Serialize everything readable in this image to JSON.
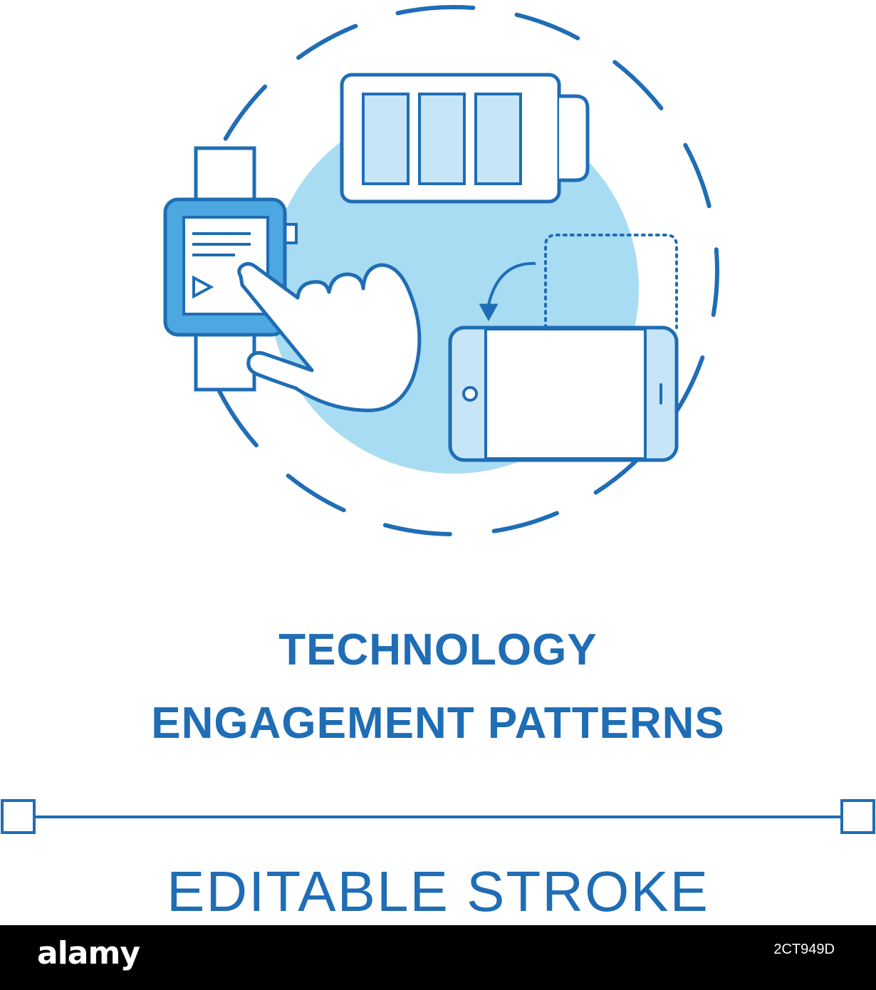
{
  "title_lines": [
    "TECHNOLOGY",
    "ENGAGEMENT PATTERNS"
  ],
  "editable_label": "EDITABLE STROKE",
  "footer": {
    "logo_text": "alamy",
    "image_id": "2CT949D"
  },
  "watermark_text": "alamy",
  "colors": {
    "stroke": "#1f6db5",
    "light_fill": "#a8dcf3",
    "pale_fill": "#c6e6f7",
    "screen_fill": "#4da7e0",
    "footer_bg": "#000000"
  },
  "icons": {
    "circle": "dashed-circle-icon",
    "battery": "battery-icon",
    "watch": "smartwatch-icon",
    "hand": "pointing-hand-icon",
    "phone": "rotated-smartphone-icon",
    "arrow": "rotate-arrow-icon",
    "play": "play-icon"
  }
}
